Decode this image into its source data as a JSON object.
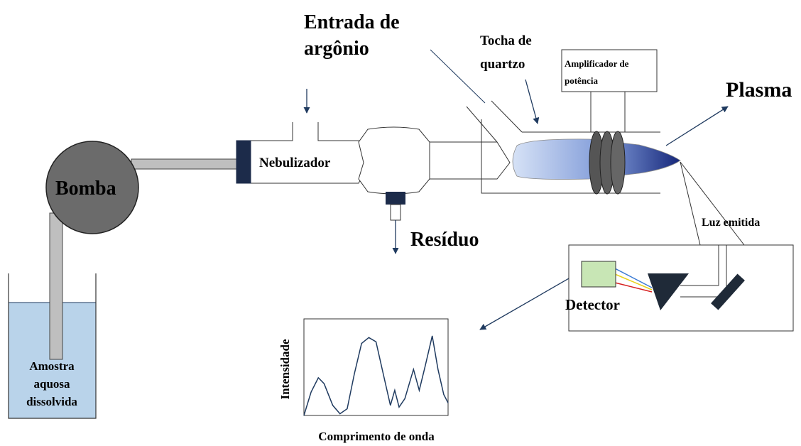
{
  "labels": {
    "entrada_line1": "Entrada de",
    "entrada_line2": "argônio",
    "tocha_line1": "Tocha de",
    "tocha_line2": "quartzo",
    "amplificador_line1": "Amplificador de",
    "amplificador_line2": "potência",
    "plasma": "Plasma",
    "nebulizador": "Nebulizador",
    "bomba": "Bomba",
    "residuo": "Resíduo",
    "luz_emitida": "Luz emitida",
    "detector": "Detector",
    "amostra_line1": "Amostra",
    "amostra_line2": "aquosa",
    "amostra_line3": "dissolvida",
    "eixo_y": "Intensidade",
    "eixo_x": "Comprimento de onda"
  },
  "colors": {
    "pump": "#6b6b6b",
    "tube": "#bfbfbf",
    "liquid": "#b9d3ea",
    "line": "#1f3a5f",
    "nebulizer_cap": "#1c2b4a",
    "plasma_dark": "#1a2f7a",
    "plasma_light": "#c9d8f2",
    "coil": "#555555",
    "detector_box": "#c8e6b5",
    "prism": "#1f2a38"
  },
  "spectrum_curve": [
    [
      0,
      0.0
    ],
    [
      0.05,
      0.28
    ],
    [
      0.1,
      0.45
    ],
    [
      0.14,
      0.38
    ],
    [
      0.2,
      0.12
    ],
    [
      0.25,
      0.02
    ],
    [
      0.3,
      0.08
    ],
    [
      0.35,
      0.5
    ],
    [
      0.4,
      0.86
    ],
    [
      0.45,
      0.93
    ],
    [
      0.5,
      0.88
    ],
    [
      0.55,
      0.5
    ],
    [
      0.6,
      0.12
    ],
    [
      0.63,
      0.3
    ],
    [
      0.66,
      0.1
    ],
    [
      0.7,
      0.2
    ],
    [
      0.76,
      0.55
    ],
    [
      0.8,
      0.3
    ],
    [
      0.84,
      0.58
    ],
    [
      0.89,
      0.95
    ],
    [
      0.93,
      0.55
    ],
    [
      0.97,
      0.25
    ],
    [
      1.0,
      0.15
    ]
  ]
}
